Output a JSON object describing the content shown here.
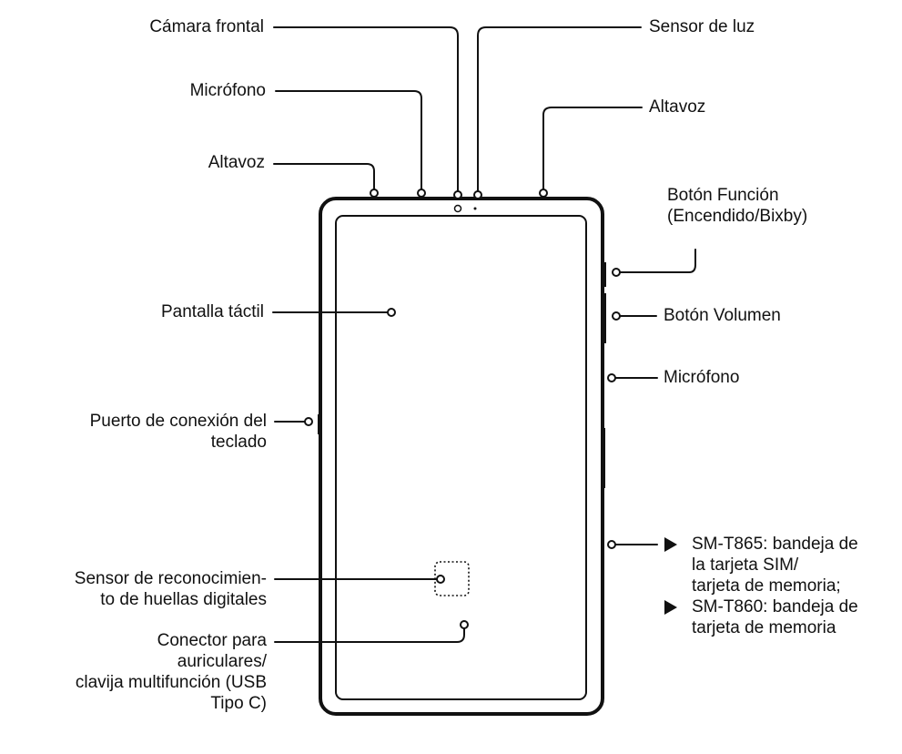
{
  "labels": {
    "front_camera": "Cámara frontal",
    "light_sensor": "Sensor de luz",
    "microphone_top": "Micrófono",
    "speaker_right": "Altavoz",
    "speaker_left": "Altavoz",
    "function_button_line1": "Botón Función",
    "function_button_line2": "(Encendido/Bixby)",
    "touchscreen": "Pantalla táctil",
    "volume_button": "Botón Volumen",
    "microphone_side": "Micrófono",
    "keyboard_port_line1": "Puerto de conexión del",
    "keyboard_port_line2": "teclado",
    "fingerprint_line1": "Sensor de reconocimien-",
    "fingerprint_line2": "to de huellas digitales",
    "connector_line1": "Conector para",
    "connector_line2": "auriculares/",
    "connector_line3": "clavija multifunción (USB",
    "connector_line4": "Tipo C)",
    "tray_t865_line1": "SM-T865: bandeja de",
    "tray_t865_line2": "la tarjeta SIM/",
    "tray_t865_line3": "tarjeta de memoria;",
    "tray_t860_line1": "SM-T860: bandeja de",
    "tray_t860_line2": "tarjeta de memoria"
  },
  "colors": {
    "ink": "#111111",
    "background": "#ffffff"
  }
}
